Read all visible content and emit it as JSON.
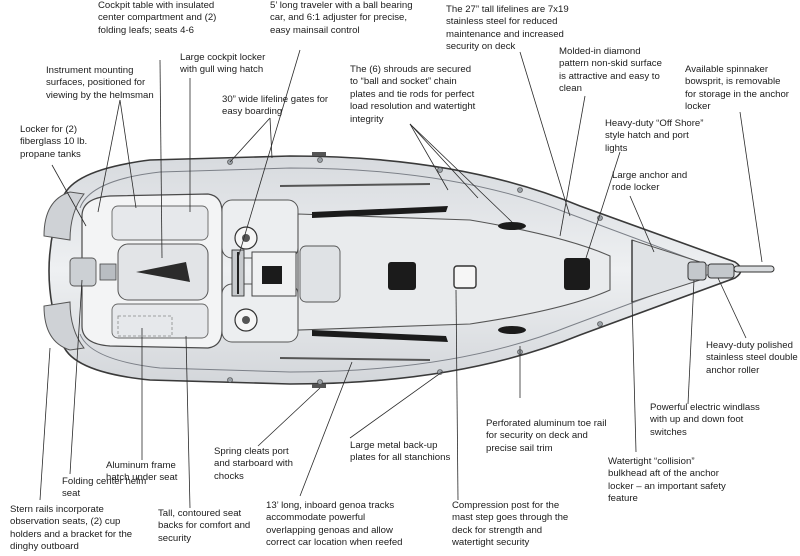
{
  "callouts": {
    "cockpit_table": "Cockpit table with insulated center compartment and (2) folding leafs; seats 4-6",
    "traveler": "5’ long traveler with a ball bearing car, and 6:1 adjuster for precise, easy mainsail control",
    "lifelines": "The 27” tall lifelines are 7x19 stainless steel for reduced maintenance and increased security on deck",
    "instrument_mounting": "Instrument mounting surfaces, positioned for viewing by the helmsman",
    "cockpit_locker": "Large cockpit locker with gull wing hatch",
    "lifeline_gates": "30” wide lifeline gates for easy boarding",
    "shrouds": "The (6) shrouds are secured to “ball and socket” chain plates and tie rods for perfect load resolution and watertight integrity",
    "nonskid": "Molded-in diamond pattern non-skid surface is attractive and easy to clean",
    "bowsprit": "Available spinnaker bowsprit, is removable for storage in the anchor locker",
    "propane_locker": "Locker for (2) fiberglass 10 lb. propane tanks",
    "hatch_portlights": "Heavy-duty “Off Shore” style hatch and port lights",
    "anchor_locker": "Large anchor and rode locker",
    "anchor_roller": "Heavy-duty polished stainless steel double anchor roller",
    "windlass": "Powerful electric windlass with up and down foot switches",
    "helm_seat": "Folding center helm seat",
    "aluminum_hatch": "Aluminum frame hatch under seat",
    "spring_cleats": "Spring cleats port and starboard with chocks",
    "backup_plates": "Large metal back-up plates for all stanchions",
    "toe_rail": "Perforated aluminum toe rail for security on deck and precise sail trim",
    "collision_bulkhead": "Watertight “collision” bulkhead aft of the anchor locker – an important safety feature",
    "stern_rails": "Stern rails incorporate observation seats, (2) cup holders and a bracket for the dinghy outboard",
    "seat_backs": "Tall, contoured seat backs for comfort and security",
    "genoa_tracks": "13’ long, inboard genoa tracks accommodate powerful overlapping genoas and allow correct car location when reefed",
    "compression_post": "Compression post for the mast step goes through the deck for strength and watertight security"
  },
  "colors": {
    "hull_outline": "#3a3a3a",
    "deck": "#e4e6e9",
    "cockpit": "#f3f4f5",
    "window": "#1b1b1b",
    "text": "#1c1c1c"
  }
}
